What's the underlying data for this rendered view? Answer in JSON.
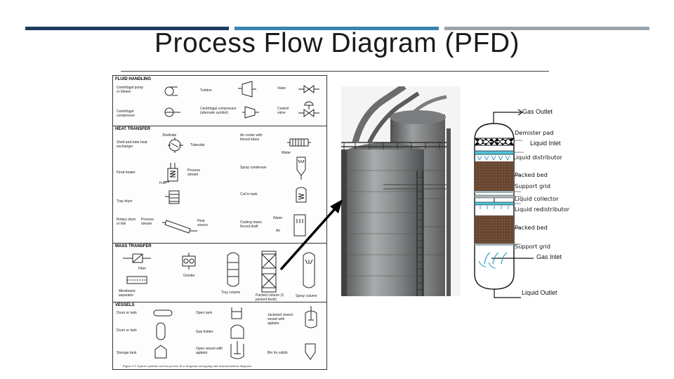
{
  "slide": {
    "title": "Process Flow Diagram (PFD)",
    "accent_colors": [
      "#1f3a5f",
      "#3a84b0",
      "#9aa4ac"
    ]
  },
  "symbol_sheet": {
    "sections": [
      {
        "heading": "FLUID HANDLING",
        "items": [
          "Centrifugal pump or blower",
          "Turbine",
          "Valve",
          "Centrifugal compressor",
          "Centrifugal compressor (alternate symbol)",
          "Control valve"
        ]
      },
      {
        "heading": "HEAT TRANSFER",
        "items": [
          "Shell-and-tube heat exchanger",
          "Shellside",
          "Tubeside",
          "Air cooler with finned tubes",
          "Water",
          "Fired heater",
          "Process stream",
          "Fuel",
          "Spray condenser",
          "Coil in tank",
          "Tray dryer",
          "Rotary dryer or kiln",
          "Process stream",
          "Heat source",
          "Water",
          "Cooling tower, forced draft",
          "Air"
        ]
      },
      {
        "heading": "MASS TRANSFER",
        "items": [
          "Filter",
          "Grinder",
          "Membrane separator",
          "Tray column",
          "Packed column (2 packed beds)",
          "Spray column"
        ]
      },
      {
        "heading": "VESSELS",
        "items": [
          "Drum or tank",
          "Open tank",
          "Drum or tank",
          "Gas holder",
          "Jacketed closed vessel with agitator",
          "Storage tank",
          "Open vessel with agitator",
          "Bin for solids"
        ]
      }
    ],
    "caption": "Figure 2.5  Typical symbols used in process flow diagrams and piping and instrumentation diagrams"
  },
  "column_diagram": {
    "labels": {
      "gas_outlet": "Gas Outlet",
      "demister_pad": "Demister pad",
      "liquid_inlet": "Liquid Inlet",
      "liquid_distributor": "Liquid distributor",
      "packed_bed_1": "Packed bed",
      "support_grid_1": "Support grid",
      "liquid_collector": "Liquid collector",
      "liquid_redistributor": "Liquid redistributor",
      "packed_bed_2": "Packed bed",
      "support_grid_2": "Support grid",
      "gas_inlet": "Gas Inlet",
      "liquid_outlet": "Liquid Outlet"
    },
    "colors": {
      "packing": "#6b4a33",
      "distributor": "#4fc3d9",
      "collector": "#aab7bd"
    }
  },
  "photo": {
    "subject": "industrial packed distillation column",
    "colors": {
      "sky": "#f4f4f4",
      "steel": "#8d8f90"
    }
  }
}
